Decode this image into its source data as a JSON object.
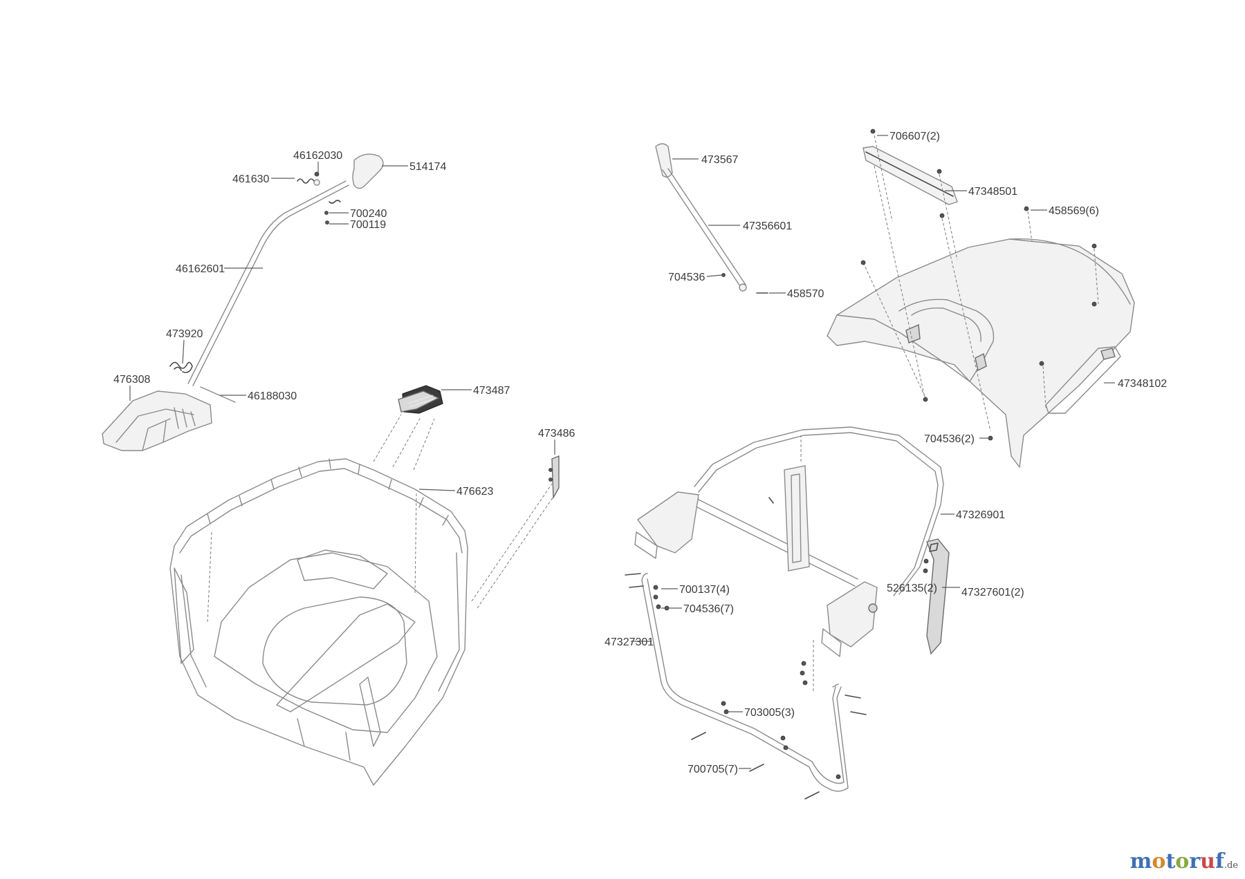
{
  "diagram": {
    "part_labels": {
      "p46162030": "46162030",
      "p461630": "461630",
      "p514174": "514174",
      "p700240": "700240",
      "p700119": "700119",
      "p46162601": "46162601",
      "p473920": "473920",
      "p476308": "476308",
      "p46188030": "46188030",
      "p473487": "473487",
      "p473486": "473486",
      "p476623": "476623",
      "p473567": "473567",
      "p47356601": "47356601",
      "p704536": "704536",
      "p458570": "458570",
      "p706607_2": "706607(2)",
      "p47348501": "47348501",
      "p458569_6": "458569(6)",
      "p47348102": "47348102",
      "p704536_2": "704536(2)",
      "p47326901": "47326901",
      "p526135_2": "526135(2)",
      "p47327601_2": "47327601(2)",
      "p700137_4": "700137(4)",
      "p704536_7": "704536(7)",
      "p47327301": "47327301",
      "p703005_3": "703005(3)",
      "p700705_7": "700705(7)"
    }
  },
  "watermark": {
    "letters": [
      "m",
      "o",
      "t",
      "o",
      "r",
      "u",
      "f"
    ],
    "tld": ".de"
  }
}
